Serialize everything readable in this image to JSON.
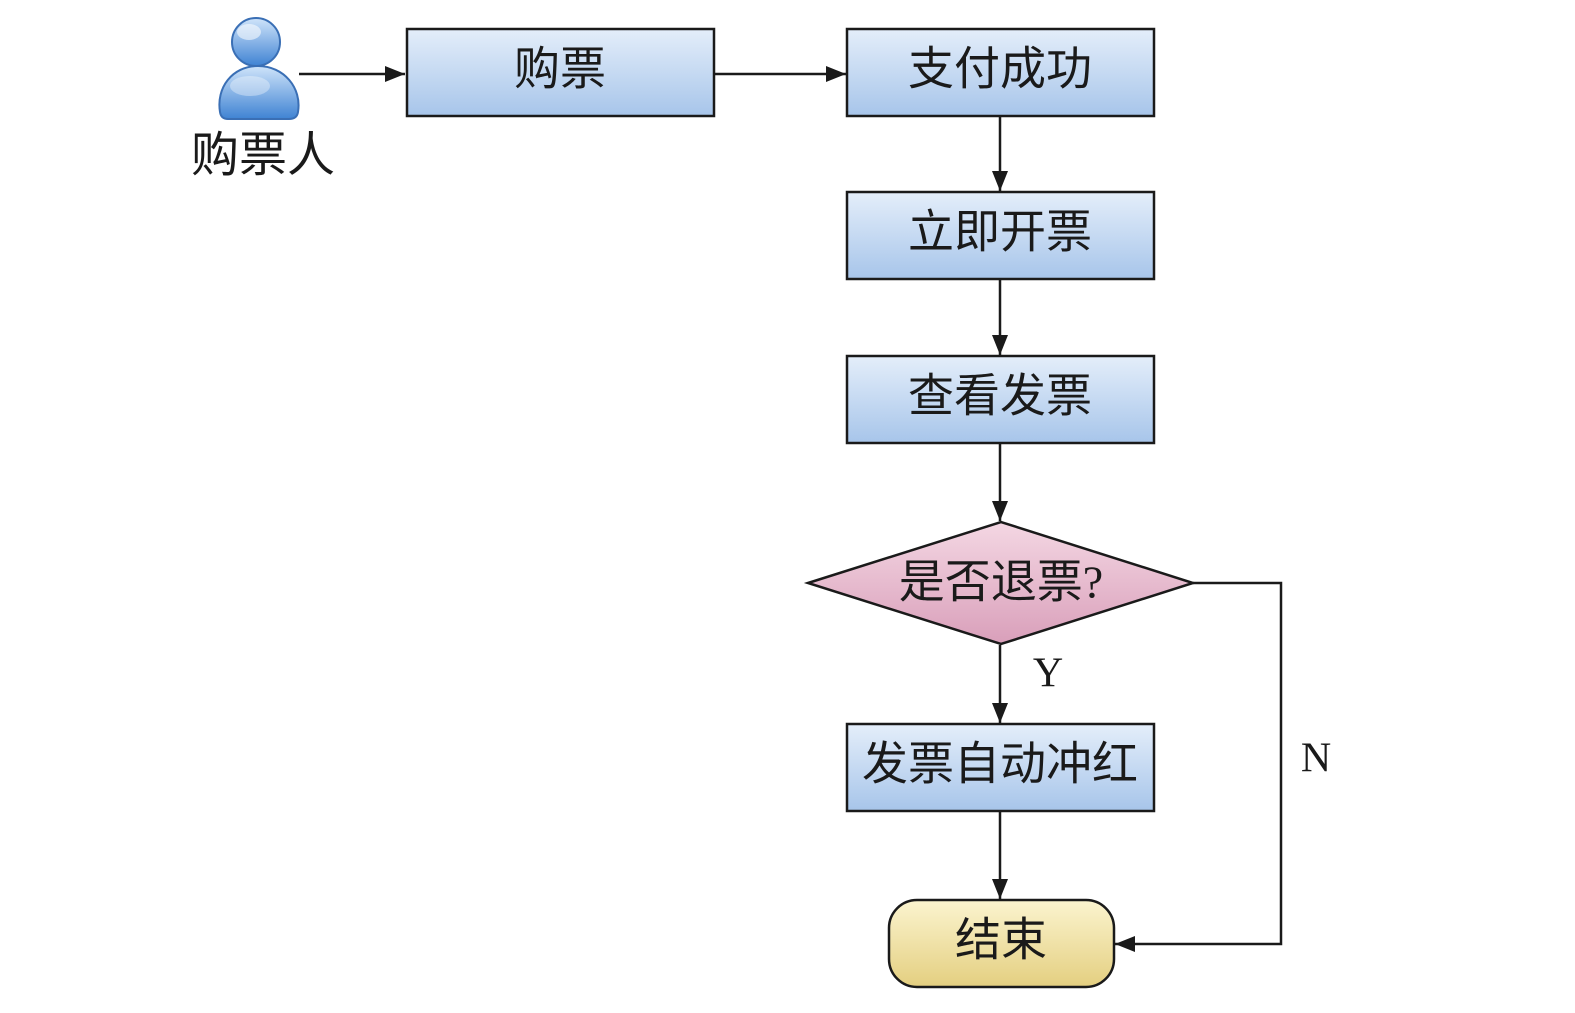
{
  "diagram": {
    "actor": {
      "label": "购票人",
      "icon": "person-icon"
    },
    "nodes": {
      "buy": "购票",
      "paid": "支付成功",
      "issue": "立即开票",
      "view": "查看发票",
      "decision": "是否退票?",
      "red_flush": "发票自动冲红",
      "end": "结束"
    },
    "edge_labels": {
      "yes": "Y",
      "no": "N"
    }
  },
  "colors": {
    "box_top": "#e4eefa",
    "box_bottom": "#a7c5ea",
    "decision_top": "#f4d7e3",
    "decision_bottom": "#d99fba",
    "end_top": "#fbf4cf",
    "end_bottom": "#e4cf80",
    "person_light": "#cfe4fa",
    "person_dark": "#3f83d3",
    "line": "#1a1a1a"
  }
}
